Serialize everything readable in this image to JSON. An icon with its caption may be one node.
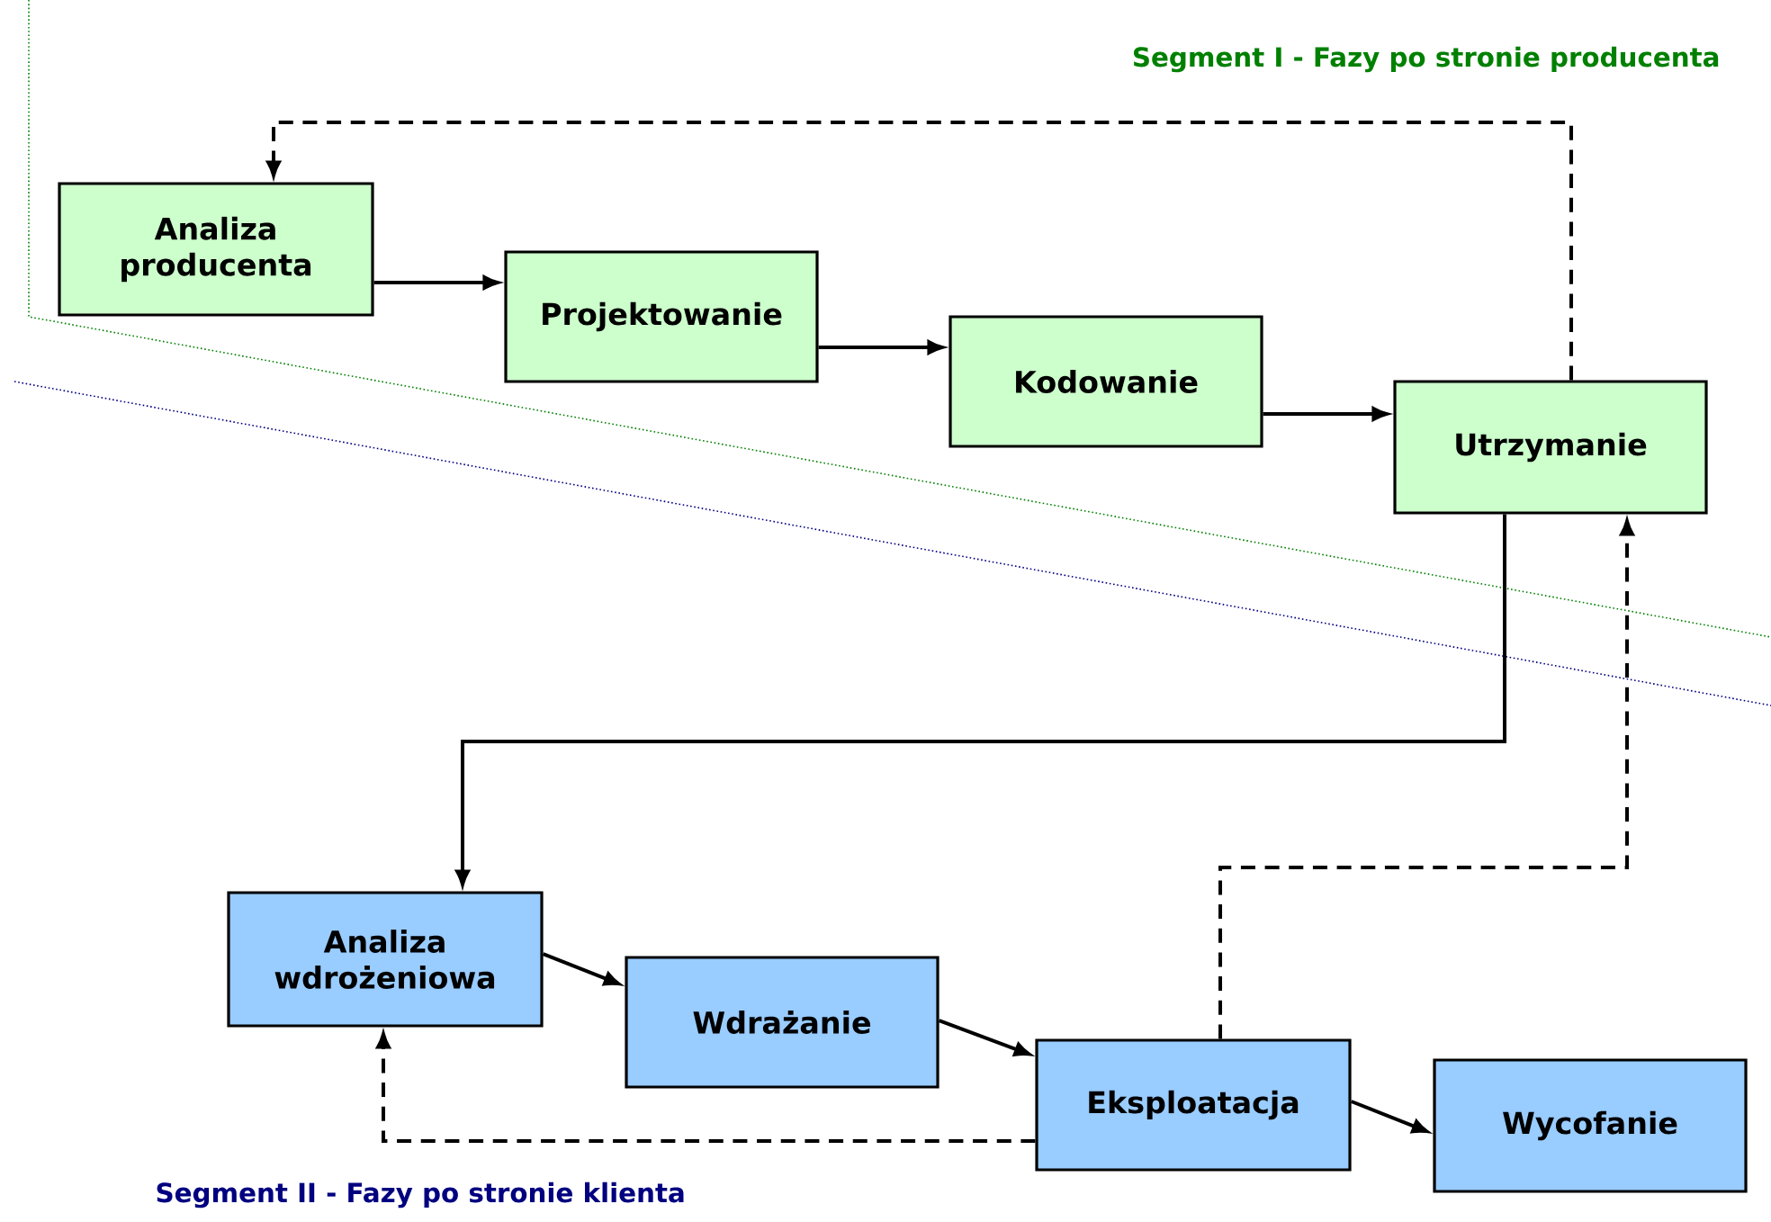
{
  "diagram": {
    "nodes": [
      {
        "text": [
          "Analiza producenta"
        ]
      },
      {
        "text": [
          "Projektowanie"
        ]
      },
      {
        "text": [
          "Kodowanie"
        ]
      },
      {
        "text": [
          "Utrzymanie"
        ]
      },
      {
        "text": [
          "Analiza wdrożeniowa"
        ]
      },
      {
        "text": [
          "Wdrażanie"
        ]
      },
      {
        "text": [
          "Eksploatacja"
        ]
      },
      {
        "text": [
          "Wycofanie"
        ]
      }
    ],
    "edges": [
      {
        "from": 0,
        "to": 1,
        "arrow": "to"
      },
      {
        "from": 1,
        "to": 2,
        "arrow": "to"
      },
      {
        "from": 2,
        "to": 3,
        "arrow": "to"
      },
      {
        "from": 3,
        "to": 0,
        "arrow": "to",
        "style": "dashed"
      },
      {
        "from": 3,
        "to": 4,
        "arrow": "to"
      },
      {
        "from": 4,
        "to": 5,
        "arrow": "to"
      },
      {
        "from": 5,
        "to": 6,
        "arrow": "to"
      },
      {
        "from": 6,
        "to": 7,
        "arrow": "to"
      },
      {
        "from": 6,
        "to": 3,
        "arrow": "to",
        "style": "dashed"
      },
      {
        "from": 6,
        "to": 4,
        "arrow": "to",
        "style": "dashed"
      }
    ],
    "labels": [
      "Segment I - Fazy po stronie producenta",
      "Segment II - Fazy po stronie klienta"
    ]
  }
}
